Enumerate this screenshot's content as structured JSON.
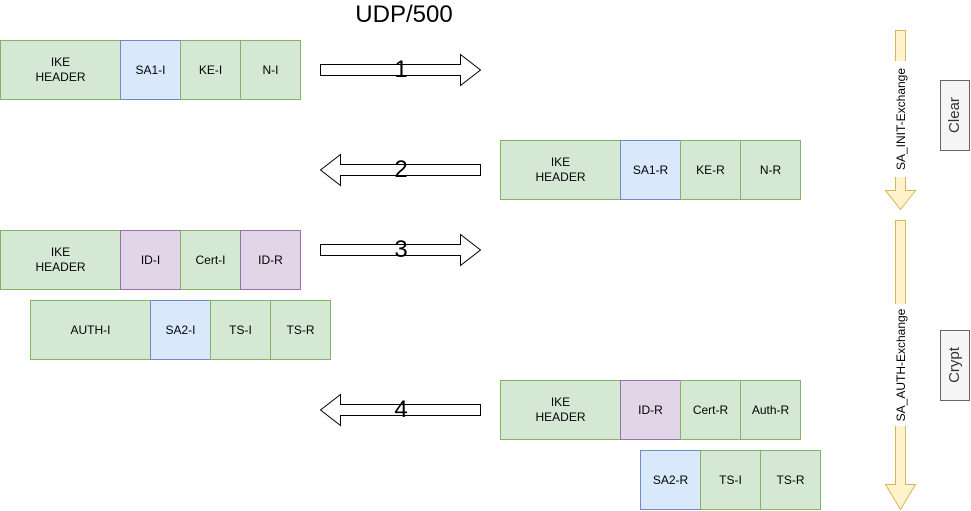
{
  "title": "UDP/500",
  "messages": [
    {
      "number": "1",
      "direction": "right",
      "rows": [
        {
          "cells": [
            {
              "label": "IKE\nHEADER",
              "color": "#d5e8d4"
            },
            {
              "label": "SA1-I",
              "color": "#dae8fc"
            },
            {
              "label": "KE-I",
              "color": "#d5e8d4"
            },
            {
              "label": "N-I",
              "color": "#d5e8d4"
            }
          ]
        }
      ]
    },
    {
      "number": "2",
      "direction": "left",
      "rows": [
        {
          "cells": [
            {
              "label": "IKE\nHEADER",
              "color": "#d5e8d4"
            },
            {
              "label": "SA1-R",
              "color": "#dae8fc"
            },
            {
              "label": "KE-R",
              "color": "#d5e8d4"
            },
            {
              "label": "N-R",
              "color": "#d5e8d4"
            }
          ]
        }
      ]
    },
    {
      "number": "3",
      "direction": "right",
      "rows": [
        {
          "cells": [
            {
              "label": "IKE\nHEADER",
              "color": "#d5e8d4"
            },
            {
              "label": "ID-I",
              "color": "#e1d5e7"
            },
            {
              "label": "Cert-I",
              "color": "#d5e8d4"
            },
            {
              "label": "ID-R",
              "color": "#e1d5e7"
            }
          ]
        },
        {
          "cells": [
            {
              "label": "AUTH-I",
              "color": "#d5e8d4"
            },
            {
              "label": "SA2-I",
              "color": "#dae8fc"
            },
            {
              "label": "TS-I",
              "color": "#d5e8d4"
            },
            {
              "label": "TS-R",
              "color": "#d5e8d4"
            }
          ]
        }
      ]
    },
    {
      "number": "4",
      "direction": "left",
      "rows": [
        {
          "cells": [
            {
              "label": "IKE\nHEADER",
              "color": "#d5e8d4"
            },
            {
              "label": "ID-R",
              "color": "#e1d5e7"
            },
            {
              "label": "Cert-R",
              "color": "#d5e8d4"
            },
            {
              "label": "Auth-R",
              "color": "#d5e8d4"
            }
          ]
        },
        {
          "cells": [
            {
              "label": "SA2-R",
              "color": "#dae8fc"
            },
            {
              "label": "TS-I",
              "color": "#d5e8d4"
            },
            {
              "label": "TS-R",
              "color": "#d5e8d4"
            }
          ]
        }
      ]
    }
  ],
  "exchanges": [
    {
      "label": "SA_INIT-Exchange",
      "phase": "Clear"
    },
    {
      "label": "SA_AUTH-Exchange",
      "phase": "Crypt"
    }
  ],
  "colors": {
    "payload_green": "#d5e8d4",
    "payload_green_border": "#82b366",
    "payload_blue": "#dae8fc",
    "payload_blue_border": "#6c8ebf",
    "payload_purple": "#e1d5e7",
    "payload_purple_border": "#9673a6",
    "exchange_arrow_fill": "#fff2cc",
    "exchange_arrow_stroke": "#d6b656",
    "phase_box_fill": "#f5f5f5",
    "phase_box_stroke": "#666666"
  },
  "icons": {
    "message_arrow": "block-arrow",
    "exchange_arrow": "down-arrow"
  }
}
